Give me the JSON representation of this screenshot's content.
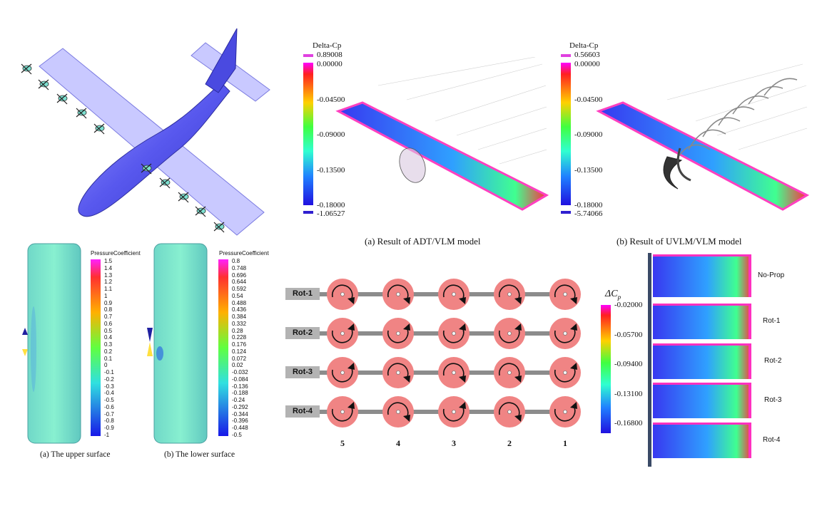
{
  "adt": {
    "title": "Delta-Cp",
    "max_label": "0.89008",
    "ticks": [
      "0.00000",
      "-0.04500",
      "-0.09000",
      "-0.13500",
      "-0.18000"
    ],
    "min_label": "-1.06527",
    "caption": "(a) Result of ADT/VLM model"
  },
  "uvlm": {
    "title": "Delta-Cp",
    "max_label": "0.56603",
    "ticks": [
      "0.00000",
      "-0.04500",
      "-0.09000",
      "-0.13500",
      "-0.18000"
    ],
    "min_label": "-5.74066",
    "caption": "(b) Result of UVLM/VLM model"
  },
  "upper": {
    "title": "PressureCoefficient",
    "ticks": [
      "1.5",
      "1.4",
      "1.3",
      "1.2",
      "1.1",
      "1",
      "0.9",
      "0.8",
      "0.7",
      "0.6",
      "0.5",
      "0.4",
      "0.3",
      "0.2",
      "0.1",
      "0",
      "-0.1",
      "-0.2",
      "-0.3",
      "-0.4",
      "-0.5",
      "-0.6",
      "-0.7",
      "-0.8",
      "-0.9",
      "-1"
    ],
    "caption": "(a) The upper surface"
  },
  "lower": {
    "title": "PressureCoefficient",
    "ticks": [
      "0.8",
      "0.748",
      "0.696",
      "0.644",
      "0.592",
      "0.54",
      "0.488",
      "0.436",
      "0.384",
      "0.332",
      "0.28",
      "0.228",
      "0.176",
      "0.124",
      "0.072",
      "0.02",
      "-0.032",
      "-0.084",
      "-0.136",
      "-0.188",
      "-0.24",
      "-0.292",
      "-0.344",
      "-0.396",
      "-0.448",
      "-0.5"
    ],
    "caption": "(b) The lower surface"
  },
  "rotation_grid": {
    "rows": [
      "Rot-1",
      "Rot-2",
      "Rot-3",
      "Rot-4"
    ],
    "columns": [
      "5",
      "4",
      "3",
      "2",
      "1"
    ],
    "directions": [
      [
        "cw",
        "cw",
        "cw",
        "cw",
        "cw"
      ],
      [
        "ccw",
        "ccw",
        "ccw",
        "ccw",
        "ccw"
      ],
      [
        "ccw",
        "cw",
        "cw",
        "cw",
        "ccw"
      ],
      [
        "ccw",
        "cw",
        "ccw",
        "cw",
        "ccw"
      ]
    ]
  },
  "delta_cp": {
    "title": "ΔC",
    "title_sub": "p",
    "ticks": [
      "-0.02000",
      "-0.05700",
      "-0.09400",
      "-0.13100",
      "-0.16800"
    ]
  },
  "strips": [
    "No-Prop",
    "Rot-1",
    "Rot-2",
    "Rot-3",
    "Rot-4"
  ],
  "colors": {
    "fuselage": "#6b6bf0",
    "wing": "#c8c8ff",
    "rotor_disk": "#f08484",
    "rod": "#8c8c8c",
    "tag": "#b3b3b3",
    "wing_surface": "#7fe0c8"
  }
}
